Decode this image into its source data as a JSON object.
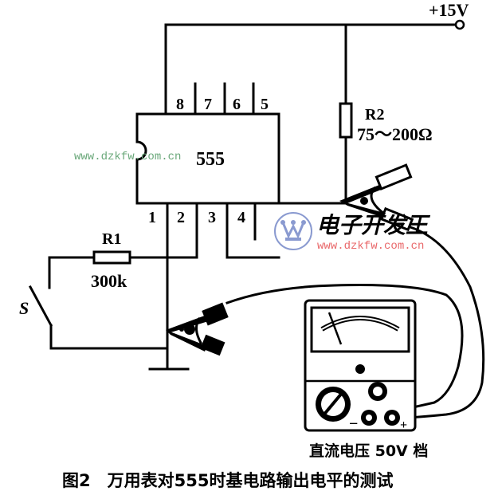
{
  "diagram": {
    "supply_label": "+15V",
    "ic": {
      "name": "555",
      "top_pins": [
        "8",
        "7",
        "6",
        "5"
      ],
      "bottom_pins": [
        "1",
        "2",
        "3",
        "4"
      ]
    },
    "r1": {
      "name": "R1",
      "value": "300k"
    },
    "r2": {
      "name": "R2",
      "value": "75～200Ω"
    },
    "switch_label": "S",
    "meter_label": "直流电压 50V 档",
    "meter_minus": "−",
    "meter_plus": "+",
    "caption": "图2　万用表对555时基电路输出电平的测试"
  },
  "watermark": {
    "url_left": "www.dzkfw.com.cn",
    "brand": "电子开发王",
    "url_right": "www.dzkfw.com.cn",
    "url_color": "#6aa87a",
    "brand_color": "#e9686a",
    "logo_color": "#8a9ad0"
  }
}
